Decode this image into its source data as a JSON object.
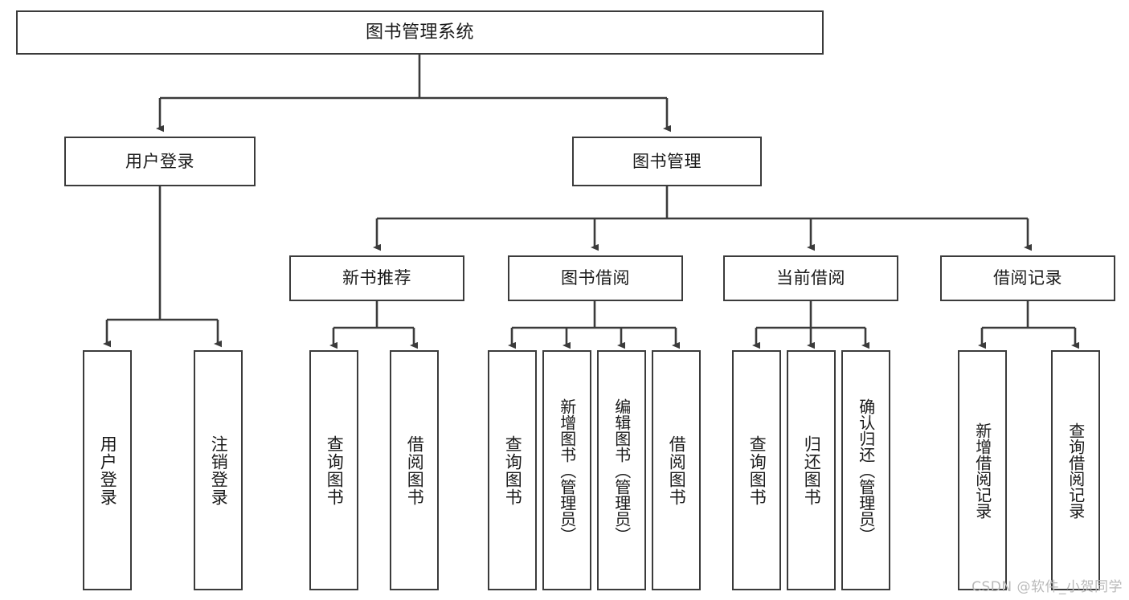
{
  "diagram": {
    "title": "图书管理系统",
    "type": "tree-hierarchy",
    "stroke_color": "#3b3b3b",
    "fill_color": "#ffffff",
    "text_color": "#1a1a1a"
  },
  "nodes": {
    "root": {
      "label": "图书管理系统"
    },
    "level2": [
      {
        "label": "用户登录"
      },
      {
        "label": "图书管理"
      }
    ],
    "level3": [
      {
        "label": "新书推荐"
      },
      {
        "label": "图书借阅"
      },
      {
        "label": "当前借阅"
      },
      {
        "label": "借阅记录"
      }
    ],
    "leaves": {
      "user_login": [
        {
          "label": "用户登录"
        },
        {
          "label": "注销登录"
        }
      ],
      "new_book_recommend": [
        {
          "label": "查询图书"
        },
        {
          "label": "借阅图书"
        }
      ],
      "book_borrow": [
        {
          "label": "查询图书"
        },
        {
          "label": "新增图书（管理员）"
        },
        {
          "label": "编辑图书（管理员）"
        },
        {
          "label": "借阅图书"
        }
      ],
      "current_borrow": [
        {
          "label": "查询图书"
        },
        {
          "label": "归还图书"
        },
        {
          "label": "确认归还（管理员）"
        }
      ],
      "borrow_record": [
        {
          "label": "新增借阅记录"
        },
        {
          "label": "查询借阅记录"
        }
      ]
    }
  },
  "watermark": {
    "text": "CSDN @软件_小贺同学"
  }
}
